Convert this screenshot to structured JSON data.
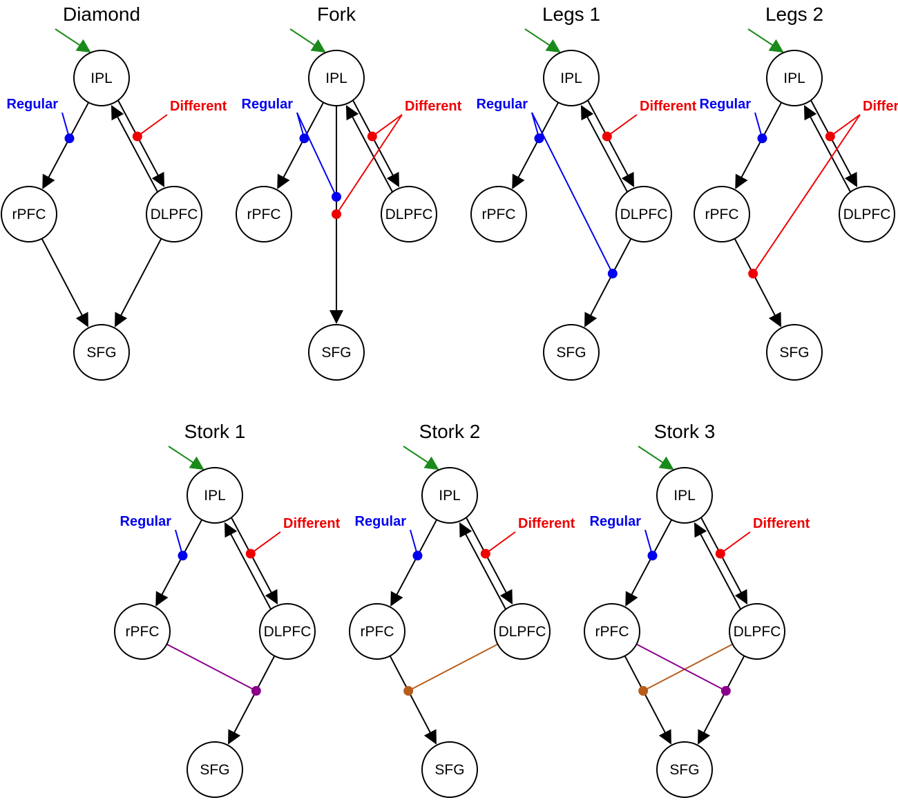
{
  "colors": {
    "input": "#1a8a1a",
    "regular": "#0000ee",
    "different": "#ee0000",
    "purple": "#8b008b",
    "orange": "#b85c1a"
  },
  "labels": {
    "regular": "Regular",
    "different": "Different"
  },
  "nodes": {
    "IPL": "IPL",
    "rPFC": "rPFC",
    "DLPFC": "DLPFC",
    "SFG": "SFG"
  },
  "models": [
    {
      "title": "Diamond",
      "edges": [
        [
          "IPL",
          "rPFC"
        ],
        [
          "IPL",
          "DLPFC"
        ],
        [
          "DLPFC",
          "IPL"
        ],
        [
          "rPFC",
          "SFG"
        ],
        [
          "DLPFC",
          "SFG"
        ]
      ],
      "modulations": [
        {
          "kind": "regular",
          "on": [
            "IPL",
            "rPFC"
          ]
        },
        {
          "kind": "different",
          "on": [
            "IPL",
            "DLPFC"
          ]
        }
      ]
    },
    {
      "title": "Fork",
      "edges": [
        [
          "IPL",
          "rPFC"
        ],
        [
          "IPL",
          "DLPFC"
        ],
        [
          "DLPFC",
          "IPL"
        ],
        [
          "IPL",
          "SFG"
        ]
      ],
      "modulations": [
        {
          "kind": "regular",
          "on": [
            "IPL",
            "rPFC"
          ]
        },
        {
          "kind": "regular",
          "on": [
            "IPL",
            "SFG"
          ]
        },
        {
          "kind": "different",
          "on": [
            "IPL",
            "DLPFC"
          ]
        },
        {
          "kind": "different",
          "on": [
            "IPL",
            "SFG"
          ]
        }
      ]
    },
    {
      "title": "Legs 1",
      "edges": [
        [
          "IPL",
          "rPFC"
        ],
        [
          "IPL",
          "DLPFC"
        ],
        [
          "DLPFC",
          "IPL"
        ],
        [
          "DLPFC",
          "SFG"
        ]
      ],
      "modulations": [
        {
          "kind": "regular",
          "on": [
            "IPL",
            "rPFC"
          ]
        },
        {
          "kind": "regular",
          "on": [
            "DLPFC",
            "SFG"
          ]
        },
        {
          "kind": "different",
          "on": [
            "IPL",
            "DLPFC"
          ]
        }
      ]
    },
    {
      "title": "Legs 2",
      "edges": [
        [
          "IPL",
          "rPFC"
        ],
        [
          "IPL",
          "DLPFC"
        ],
        [
          "DLPFC",
          "IPL"
        ],
        [
          "rPFC",
          "SFG"
        ]
      ],
      "modulations": [
        {
          "kind": "regular",
          "on": [
            "IPL",
            "rPFC"
          ]
        },
        {
          "kind": "different",
          "on": [
            "IPL",
            "DLPFC"
          ]
        },
        {
          "kind": "different",
          "on": [
            "rPFC",
            "SFG"
          ]
        }
      ]
    },
    {
      "title": "Stork 1",
      "edges": [
        [
          "IPL",
          "rPFC"
        ],
        [
          "IPL",
          "DLPFC"
        ],
        [
          "DLPFC",
          "IPL"
        ],
        [
          "DLPFC",
          "SFG"
        ]
      ],
      "modulations": [
        {
          "kind": "regular",
          "on": [
            "IPL",
            "rPFC"
          ]
        },
        {
          "kind": "different",
          "on": [
            "IPL",
            "DLPFC"
          ]
        },
        {
          "kind": "purple",
          "from": "rPFC",
          "on": [
            "DLPFC",
            "SFG"
          ]
        }
      ]
    },
    {
      "title": "Stork 2",
      "edges": [
        [
          "IPL",
          "rPFC"
        ],
        [
          "IPL",
          "DLPFC"
        ],
        [
          "DLPFC",
          "IPL"
        ],
        [
          "rPFC",
          "SFG"
        ]
      ],
      "modulations": [
        {
          "kind": "regular",
          "on": [
            "IPL",
            "rPFC"
          ]
        },
        {
          "kind": "different",
          "on": [
            "IPL",
            "DLPFC"
          ]
        },
        {
          "kind": "orange",
          "from": "DLPFC",
          "on": [
            "rPFC",
            "SFG"
          ]
        }
      ]
    },
    {
      "title": "Stork 3",
      "edges": [
        [
          "IPL",
          "rPFC"
        ],
        [
          "IPL",
          "DLPFC"
        ],
        [
          "DLPFC",
          "IPL"
        ],
        [
          "rPFC",
          "SFG"
        ],
        [
          "DLPFC",
          "SFG"
        ]
      ],
      "modulations": [
        {
          "kind": "regular",
          "on": [
            "IPL",
            "rPFC"
          ]
        },
        {
          "kind": "different",
          "on": [
            "IPL",
            "DLPFC"
          ]
        },
        {
          "kind": "orange",
          "from": "DLPFC",
          "on": [
            "rPFC",
            "SFG"
          ]
        },
        {
          "kind": "purple",
          "from": "rPFC",
          "on": [
            "DLPFC",
            "SFG"
          ]
        }
      ]
    }
  ]
}
